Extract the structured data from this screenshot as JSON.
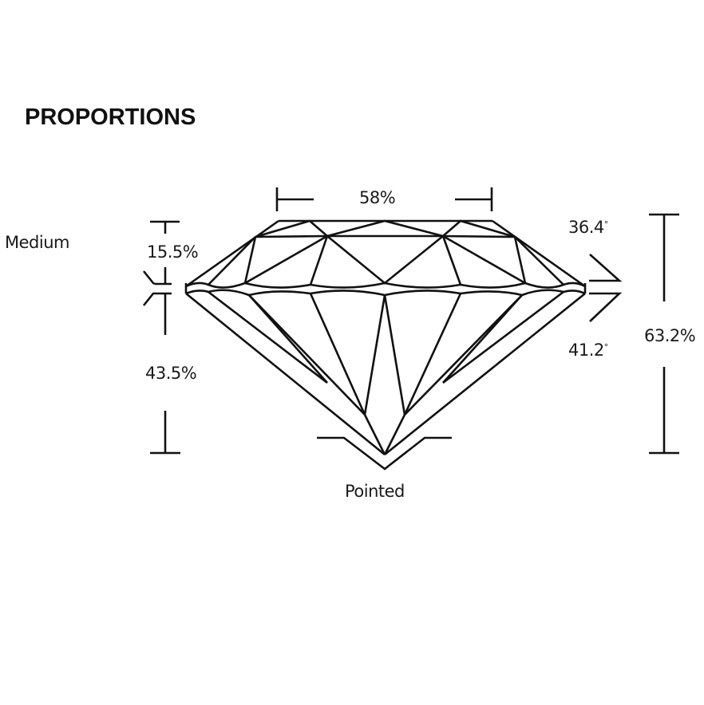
{
  "title": "PROPORTIONS",
  "measurements": {
    "table": "58%",
    "crown_height": "15.5%",
    "girdle": "Medium",
    "pavilion_depth": "43.5%",
    "total_depth": "63.2%",
    "crown_angle": "36.4",
    "pavilion_angle": "41.2",
    "degree_symbol": "°",
    "culet": "Pointed"
  },
  "colors": {
    "line": "#111111",
    "text": "#1a1a1a",
    "background": "#ffffff"
  }
}
